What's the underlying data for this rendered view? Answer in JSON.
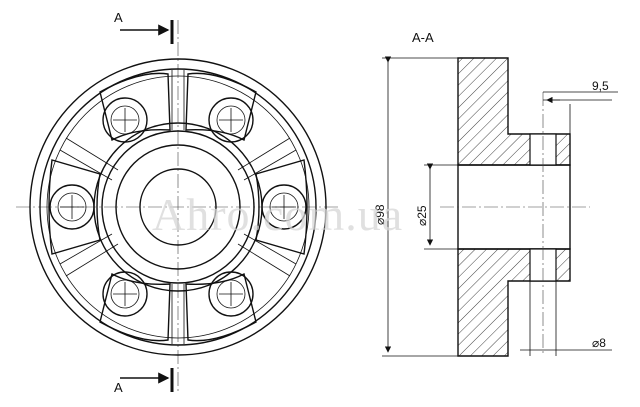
{
  "section_marks": {
    "top": "A",
    "bottom": "A"
  },
  "section_title": "A-A",
  "dimensions": {
    "outer_diameter": "⌀98",
    "bore_diameter": "⌀25",
    "hole_diameter": "⌀8",
    "hub_offset": "9,5"
  },
  "watermark": "Ahro.com.ua"
}
